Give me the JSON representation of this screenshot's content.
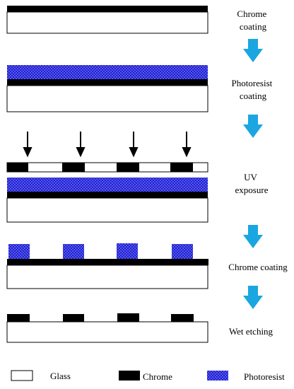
{
  "steps": [
    {
      "label_lines": [
        "Chrome",
        "coating"
      ]
    },
    {
      "label_lines": [
        "Photoresist",
        "coating"
      ]
    },
    {
      "label_lines": [
        "UV",
        "exposure"
      ]
    },
    {
      "label_lines": [
        "Chrome coating"
      ]
    },
    {
      "label_lines": [
        "Wet etching"
      ]
    }
  ],
  "legend": {
    "glass": "Glass",
    "chrome": "Chrome",
    "photoresist": "Photoresist"
  },
  "colors": {
    "glass": "#ffffff",
    "chrome": "#000000",
    "photoresist": "#1f1fd8",
    "photoresist_dots": "#aab0f0",
    "process_arrow": "#1aa6e0",
    "uv_arrow": "#000000"
  }
}
